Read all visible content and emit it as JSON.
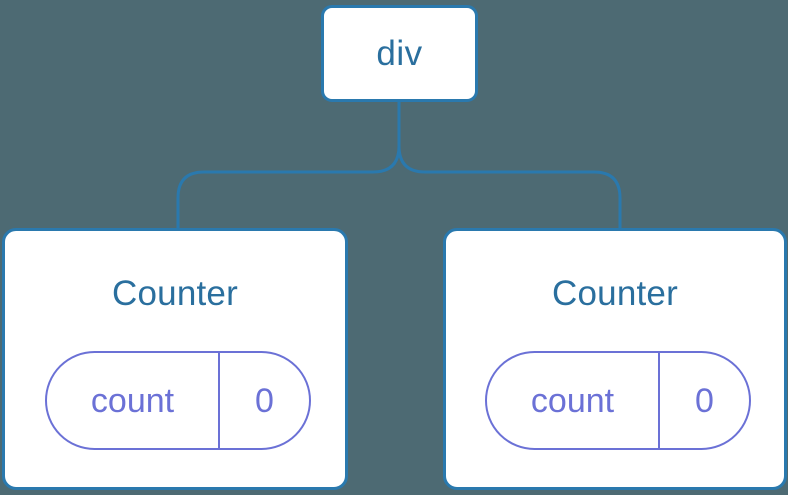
{
  "diagram": {
    "type": "component-tree",
    "background_color": "#4d6a73",
    "node_border_color": "#2a79ae",
    "node_fill_color": "#ffffff",
    "node_text_color": "#2a6f9e",
    "state_pill_color": "#6b71d6",
    "connector_color": "#2a79ae"
  },
  "root": {
    "label": "div"
  },
  "children": [
    {
      "title": "Counter",
      "state": {
        "key": "count",
        "value": "0"
      }
    },
    {
      "title": "Counter",
      "state": {
        "key": "count",
        "value": "0"
      }
    }
  ]
}
